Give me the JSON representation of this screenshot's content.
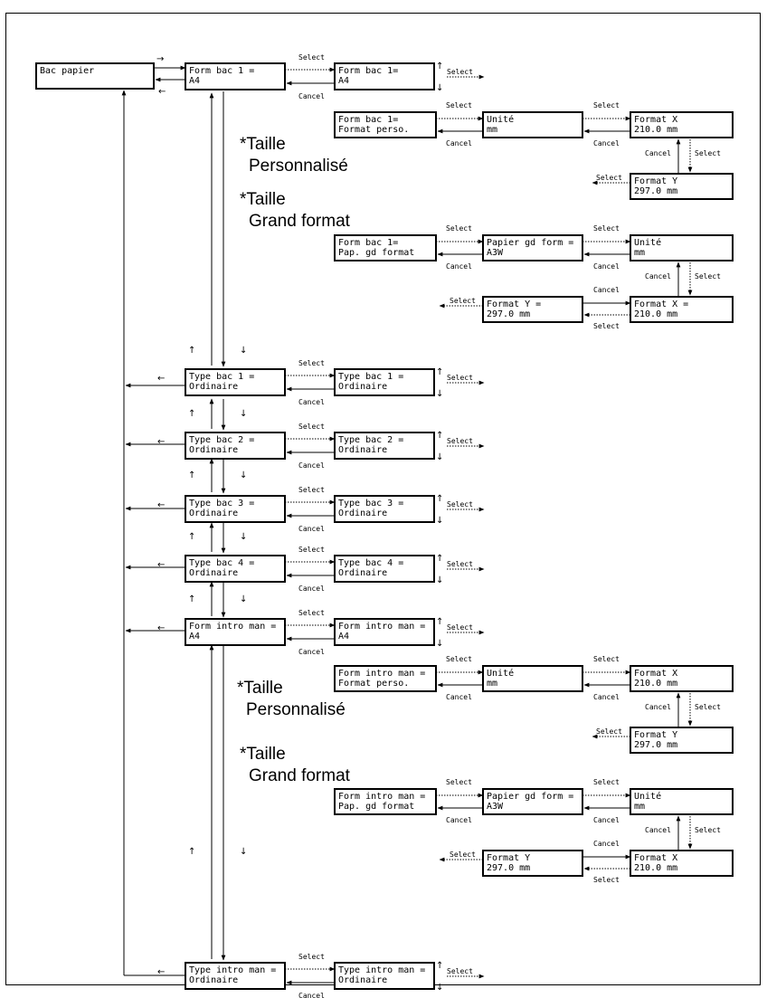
{
  "root_box": {
    "line1": "Bac papier",
    "line2": ""
  },
  "labels": {
    "select": "Select",
    "cancel": "Cancel"
  },
  "glyphs": {
    "up": "↑",
    "down": "↓",
    "left": "←",
    "right": "→"
  },
  "notes": {
    "custom_size": [
      "*Taille",
      "Personnalisé"
    ],
    "large_format": [
      "*Taille",
      "Grand format"
    ]
  },
  "menu_rows": [
    {
      "item": [
        "Form bac 1 =",
        "A4"
      ],
      "value": [
        "Form bac 1=",
        "A4"
      ]
    },
    {
      "item": [
        "Type bac 1 =",
        "Ordinaire"
      ],
      "value": [
        "Type bac 1 =",
        "Ordinaire"
      ]
    },
    {
      "item": [
        "Type bac 2 =",
        "Ordinaire"
      ],
      "value": [
        "Type bac 2 =",
        "Ordinaire"
      ]
    },
    {
      "item": [
        "Type bac 3 =",
        "Ordinaire"
      ],
      "value": [
        "Type bac 3 =",
        "Ordinaire"
      ]
    },
    {
      "item": [
        "Type bac 4 =",
        "Ordinaire"
      ],
      "value": [
        "Type bac 4 =",
        "Ordinaire"
      ]
    },
    {
      "item": [
        "Form intro man =",
        "A4"
      ],
      "value": [
        "Form intro man =",
        "A4"
      ]
    },
    {
      "item": [
        "Type intro man =",
        "Ordinaire"
      ],
      "value": [
        "Type intro man =",
        "Ordinaire"
      ]
    }
  ],
  "custom_flows": [
    {
      "source": [
        "Form bac 1=",
        "Format perso."
      ],
      "unit": [
        "Unité",
        "mm"
      ],
      "format_x": [
        "Format X",
        "210.0 mm"
      ],
      "format_y": [
        "Format Y",
        "297.0 mm"
      ]
    },
    {
      "source": [
        "Form intro man  =",
        "Format perso."
      ],
      "unit": [
        "Unité",
        "mm"
      ],
      "format_x": [
        "Format X",
        "210.0 mm"
      ],
      "format_y": [
        "Format Y",
        "297.0 mm"
      ]
    }
  ],
  "large_flows": [
    {
      "source": [
        "Form bac 1=",
        "Pap. gd format"
      ],
      "paper": [
        "Papier gd form =",
        "A3W"
      ],
      "unit": [
        "Unité",
        "mm"
      ],
      "format_x": [
        "Format X =",
        "210.0 mm"
      ],
      "format_y": [
        "Format Y =",
        "297.0 mm"
      ]
    },
    {
      "source": [
        "Form intro man  =",
        "Pap. gd format"
      ],
      "paper": [
        "Papier gd form =",
        "A3W"
      ],
      "unit": [
        "Unité",
        "mm"
      ],
      "format_x": [
        "Format X",
        "210.0 mm"
      ],
      "format_y": [
        "Format Y",
        "297.0 mm"
      ]
    }
  ]
}
